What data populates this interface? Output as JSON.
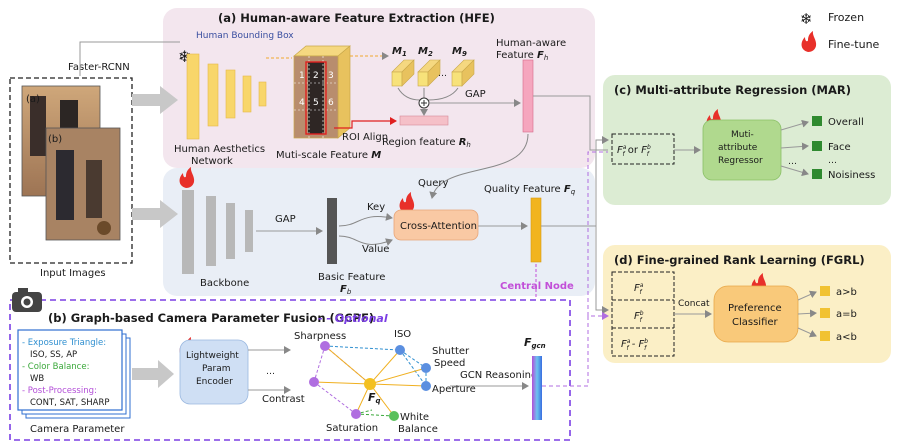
{
  "legend": {
    "frozen": "Frozen",
    "finetune": "Fine-tune"
  },
  "colors": {
    "frozen": "#2f8fd0",
    "finetune": "#e8302a",
    "optional": "#7b3fe4",
    "central": "#c24fd8"
  },
  "hfe": {
    "title": "(a) Human-aware Feature Extraction (HFE)",
    "human_bbox": "Human Bounding Box",
    "network": [
      "Human Aesthetics",
      "Network"
    ],
    "multiscale": "Muti-scale Feature ",
    "multiscale_sym": "M",
    "m_labels": [
      "M",
      "M",
      "…",
      "M"
    ],
    "m_subs": [
      "1",
      "2",
      "",
      "9"
    ],
    "grid_nums": [
      "1",
      "2",
      "3",
      "4",
      "5",
      "6"
    ],
    "roi": "ROI Align",
    "region": "Region feature ",
    "region_sym": "R",
    "region_sub": "h",
    "gap": "GAP",
    "human_feat": [
      "Human-aware",
      "Feature "
    ],
    "human_feat_sym": "F",
    "human_feat_sub": "h"
  },
  "left": {
    "faster_rcnn": "Faster-RCNN",
    "input_images": "Input Images",
    "img_a": "(a)",
    "img_b": "(b)"
  },
  "backbone": {
    "label": "Backbone",
    "gap": "GAP",
    "basic": "Basic Feature",
    "basic_sym": "F",
    "basic_sub": "b",
    "key": "Key",
    "value": "Value",
    "query": "Query",
    "cross": "Cross-Attention",
    "quality": "Quality Feature ",
    "quality_sym": "F",
    "quality_sub": "q",
    "central": "Central Node"
  },
  "mar": {
    "title": "(c) Multi-attribute Regression (MAR)",
    "input_f": "F",
    "input_or": " or ",
    "regressor": [
      "Muti-",
      "attribute",
      "Regressor"
    ],
    "outputs": [
      "Overall",
      "Face",
      "…",
      "Noisiness"
    ],
    "dots": "…"
  },
  "fgrl": {
    "title": "(d) Fine-grained Rank Learning (FGRL)",
    "concat": "Concat",
    "classifier": [
      "Preference",
      "Classifier"
    ],
    "outputs": [
      "a>b",
      "a=b",
      "a<b"
    ]
  },
  "gcpf": {
    "title": "(b) Graph-based Camera Parameter Fusion  (GCPF)",
    "optional": "- - Optional",
    "params": [
      {
        "head": "- Exposure Triangle:",
        "body": "ISO, SS, AP",
        "color": "#2f8fd0"
      },
      {
        "head": "- Color Balance:",
        "body": "WB",
        "color": "#3aa83a"
      },
      {
        "head": "- Post-Processing:",
        "body": "CONT, SAT, SHARP",
        "color": "#b34fd8"
      }
    ],
    "camera_param": "Camera Parameter",
    "encoder": [
      "Lightweight",
      "Param",
      "Encoder"
    ],
    "dots": "…",
    "nodes": [
      "Sharpness",
      "ISO",
      "Shutter",
      "Speed",
      "Aperture",
      "Contrast",
      "Saturation",
      "White",
      "Balance"
    ],
    "center_sym": "F",
    "center_sub": "q",
    "gcn_reasoning": "GCN Reasoning",
    "gcn_sym": "F",
    "gcn_sub": "gcn"
  }
}
